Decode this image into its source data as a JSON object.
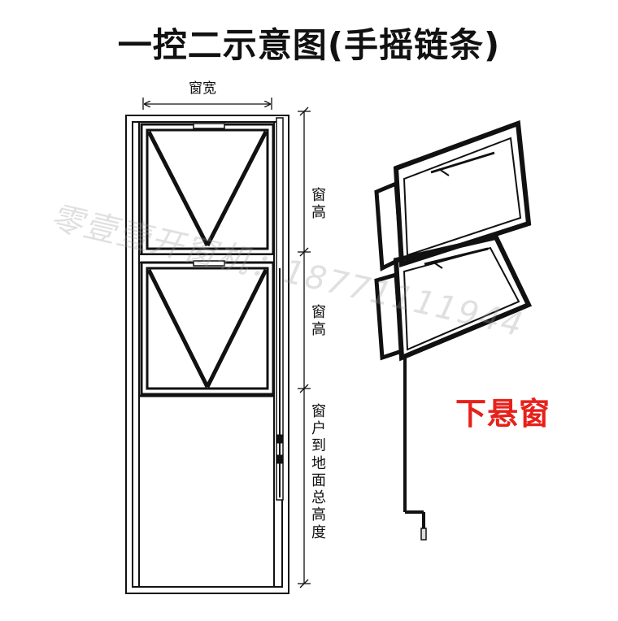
{
  "title": "一控二示意图(手摇链条)",
  "dimensions": {
    "width_label": "窗宽",
    "upper_height_label": "窗高",
    "lower_height_label": "窗高",
    "total_height_label": "窗户到地面总高度"
  },
  "window_type_label": "下悬窗",
  "watermark": "零壹壹开窗机：18771111944",
  "colors": {
    "frame": "#111111",
    "accent_label": "#e8201a",
    "watermark": "#9a9a9a"
  }
}
